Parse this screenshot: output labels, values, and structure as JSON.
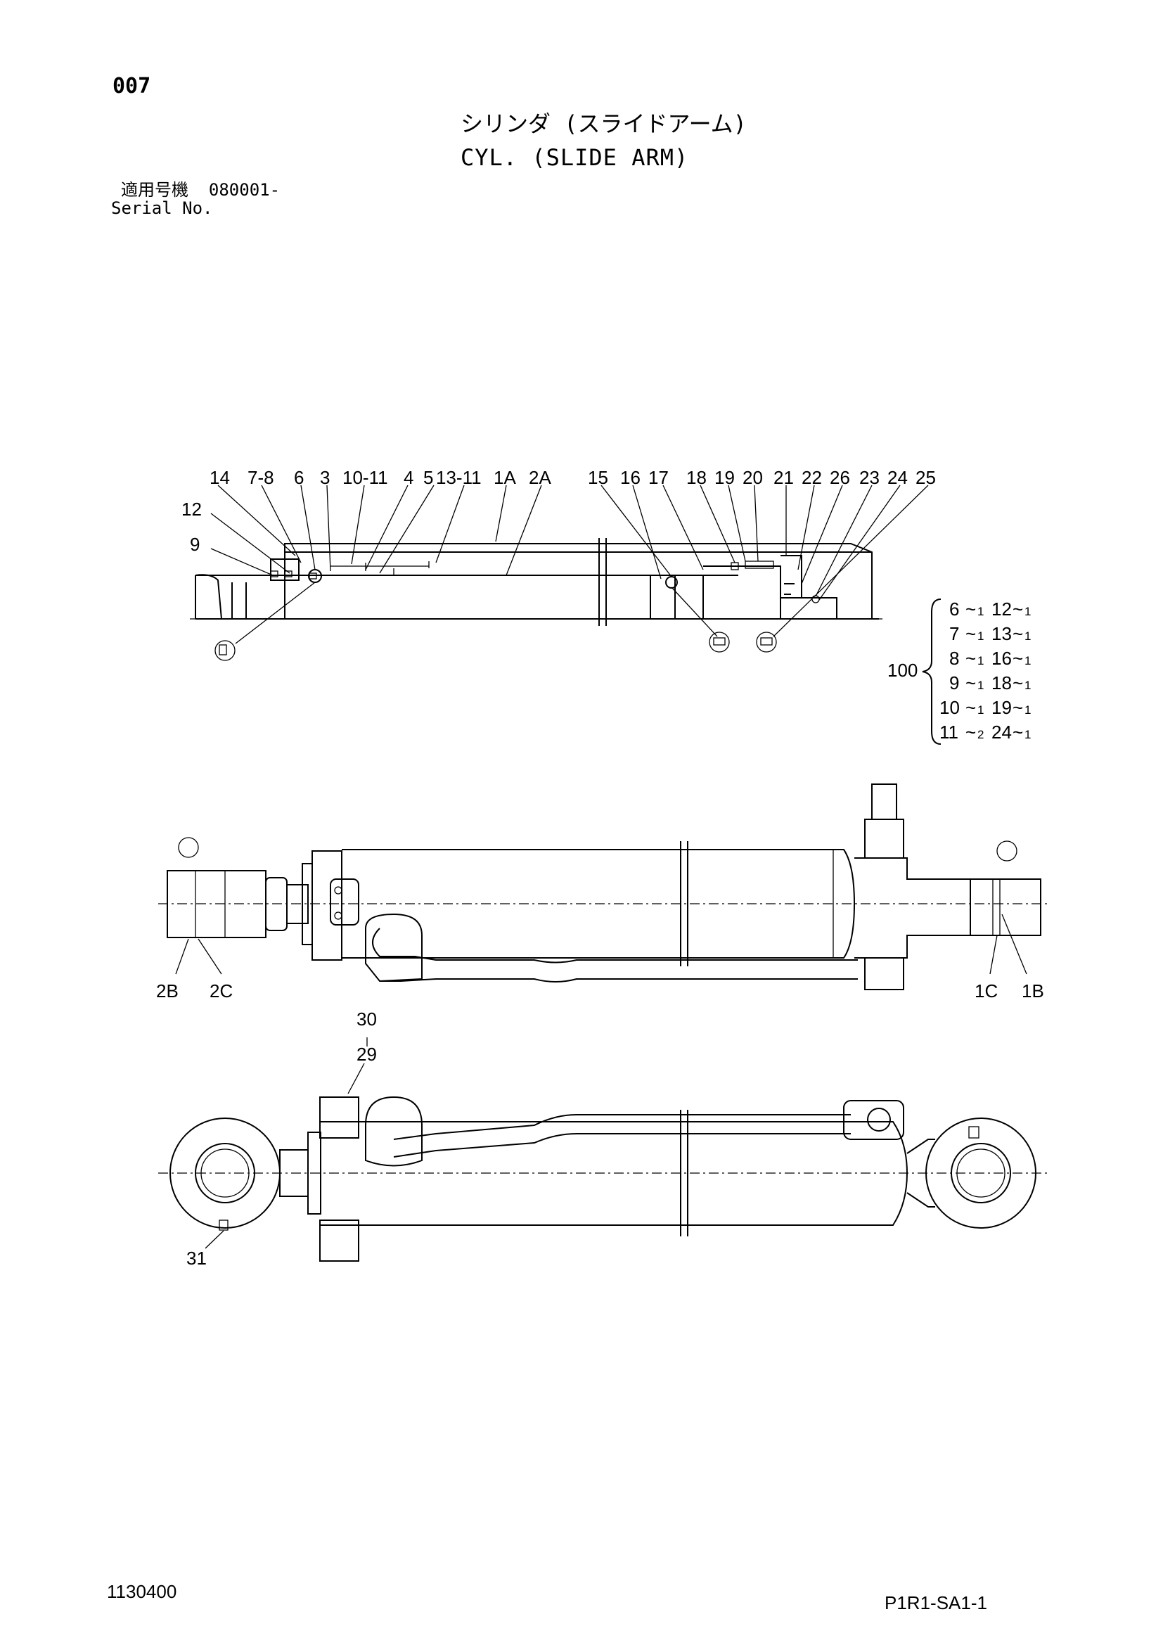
{
  "header": {
    "page_number": "007",
    "title_jp": "シリンダ (スライドアーム)",
    "title_en": "CYL. (SLIDE ARM)",
    "serial_label_jp": "適用号機",
    "serial_value": "080001-",
    "serial_label_en": "Serial No."
  },
  "section_view": {
    "callouts": [
      "14",
      "7-8",
      "6",
      "3",
      "10-11",
      "4",
      "5",
      "13-11",
      "1A",
      "2A",
      "15",
      "16",
      "17",
      "18",
      "19",
      "20",
      "21",
      "22",
      "26",
      "23",
      "24",
      "25",
      "12",
      "9"
    ]
  },
  "kit": {
    "label": "100",
    "items": [
      [
        "6",
        "1",
        "12",
        "1"
      ],
      [
        "7",
        "1",
        "13",
        "1"
      ],
      [
        "8",
        "1",
        "16",
        "1"
      ],
      [
        "9",
        "1",
        "18",
        "1"
      ],
      [
        "10",
        "1",
        "19",
        "1"
      ],
      [
        "11",
        "2",
        "24",
        "1"
      ]
    ]
  },
  "side_view": {
    "callouts": [
      "2B",
      "2C",
      "1C",
      "1B"
    ]
  },
  "top_view": {
    "callouts": [
      "30",
      "29",
      "31"
    ]
  },
  "footer": {
    "drawing_number": "1130400",
    "page_code": "P1R1-SA1-1"
  }
}
